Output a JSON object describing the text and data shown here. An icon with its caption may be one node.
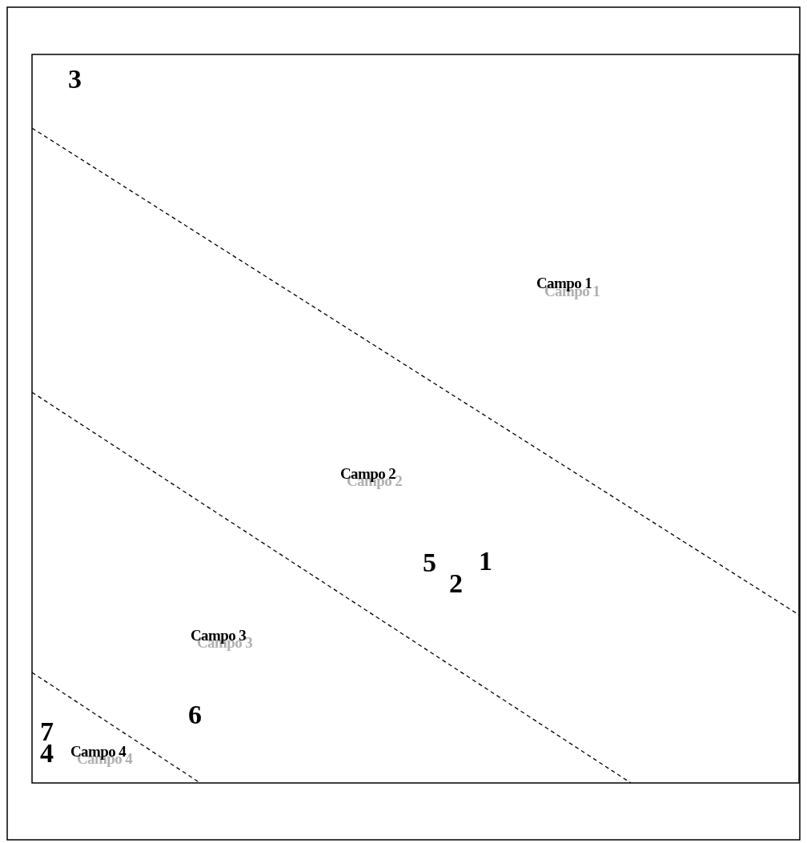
{
  "diagram": {
    "labels": [
      "3",
      "Campo 1",
      "Campo 1",
      "Campo 2",
      "Campo 2",
      "5",
      "1",
      "2",
      "Campo 3",
      "Campo 3",
      "6",
      "7",
      "Campo 4",
      "Campo 4",
      "4"
    ]
  }
}
